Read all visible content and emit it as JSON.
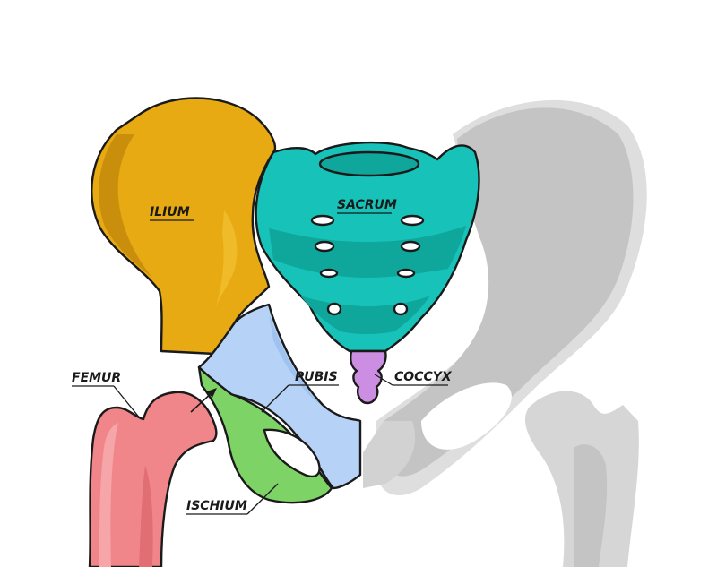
{
  "labels": {
    "ilium": "ILIUM",
    "sacrum": "SACRUM",
    "pubis": "PUBIS",
    "coccyx": "COCCYX",
    "femur": "FEMUR",
    "ischium": "ISCHIUM"
  },
  "colors": {
    "ilium": "#e8aa12",
    "sacrum": "#17c3b8",
    "pubis": "#b6d3f7",
    "ischium": "#7ed366",
    "coccyx": "#cc8ee2",
    "femur": "#f0868a",
    "inactive_bone": "#c9c9c9",
    "outline": "#1a1a1a"
  }
}
